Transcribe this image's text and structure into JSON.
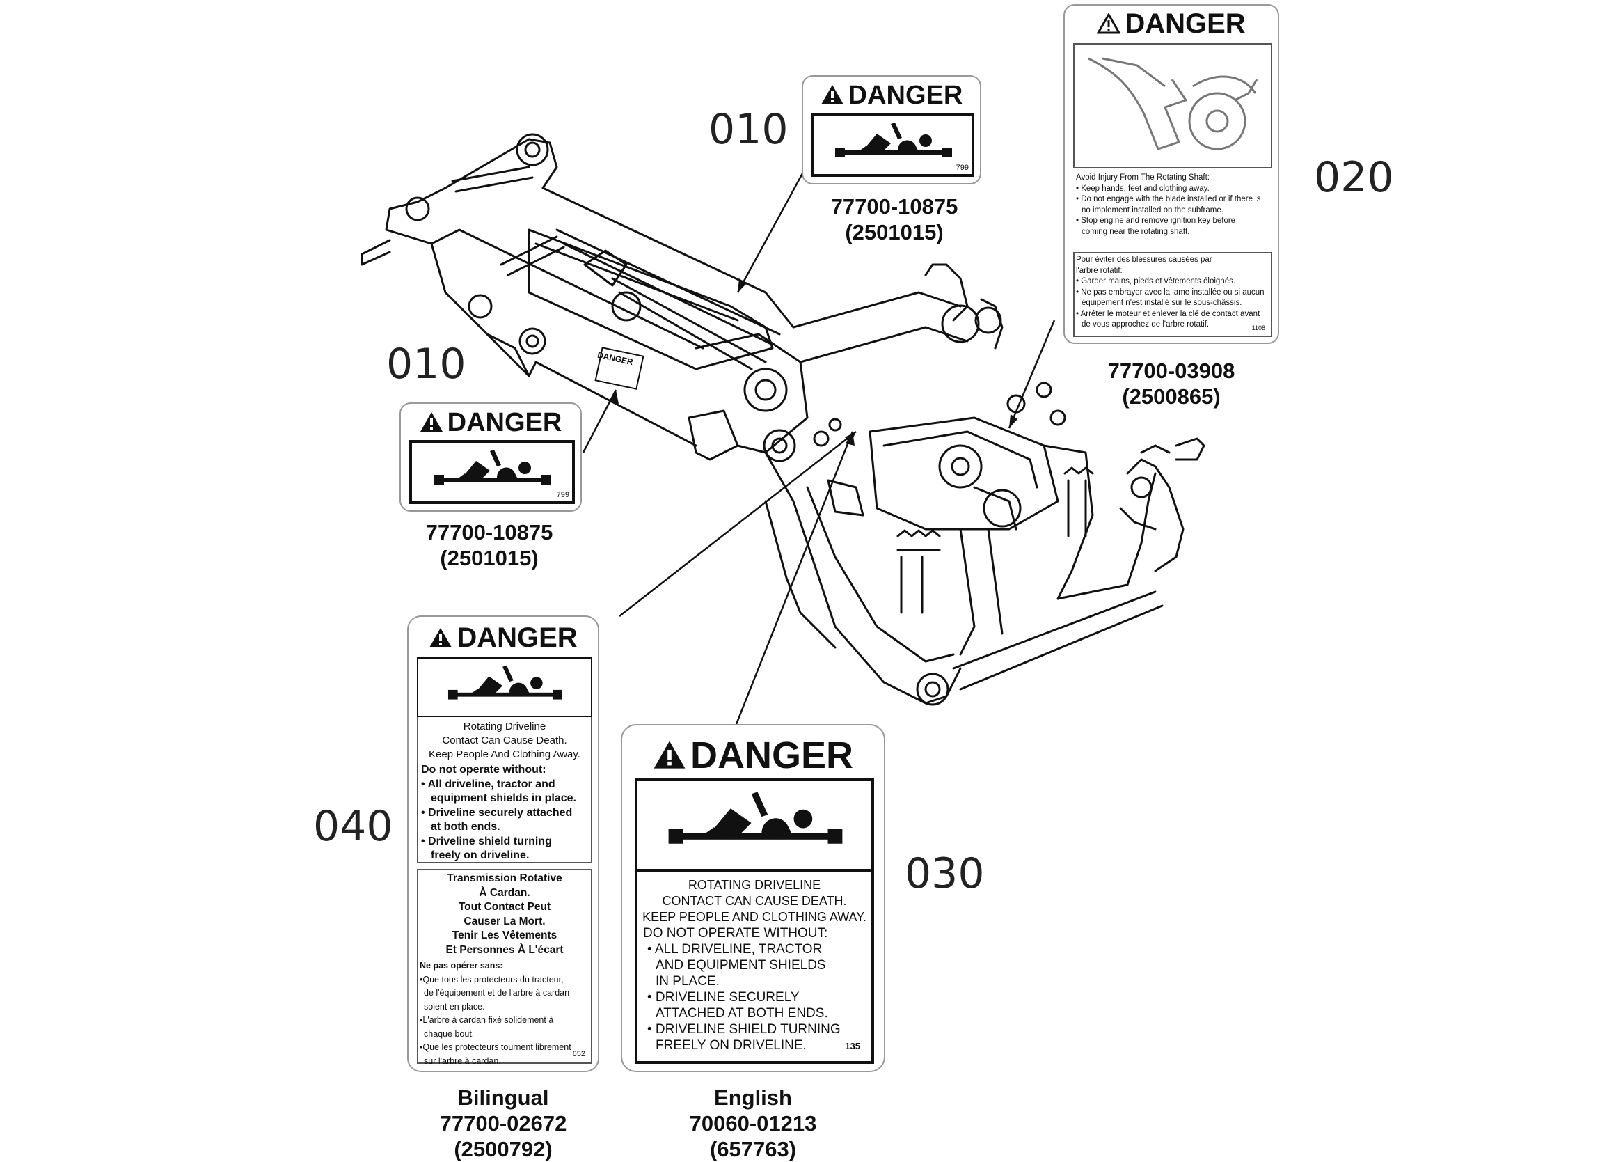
{
  "callouts": {
    "c010_top": "010",
    "c010_left": "010",
    "c020": "020",
    "c030": "030",
    "c040": "040"
  },
  "decal_top": {
    "heading": "DANGER",
    "code": "799",
    "part": "77700-10875",
    "alt": "(2501015)"
  },
  "decal_left": {
    "heading": "DANGER",
    "code": "799",
    "part": "77700-10875",
    "alt": "(2501015)"
  },
  "decal_020": {
    "heading": "DANGER",
    "en_title": "Avoid Injury From The Rotating Shaft:",
    "en_lines": [
      "• Keep hands, feet and clothing away.",
      "• Do not engage with the blade installed or if there is",
      "  no implement installed on the subframe.",
      "• Stop engine and remove ignition key before",
      "  coming near the rotating shaft."
    ],
    "fr_title": "Pour éviter des blessures causées par",
    "fr_title2": "l'arbre rotatif:",
    "fr_lines": [
      "• Garder mains, pieds et vêtements éloignés.",
      "• Ne pas embrayer avec la lame installée ou si aucun",
      "  équipement n'est installé sur le sous-châssis.",
      "• Arrêter le moteur et enlever la clé de contact avant",
      "  de vous approchez de l'arbre rotatif."
    ],
    "code": "1108",
    "part": "77700-03908",
    "alt": "(2500865)"
  },
  "decal_040": {
    "heading": "DANGER",
    "en_lines": [
      "Rotating Driveline",
      "Contact Can Cause Death.",
      "Keep People And Clothing Away."
    ],
    "en_intro": "Do not operate without:",
    "en_bullets": [
      "• All driveline, tractor and",
      "  equipment shields in place.",
      "• Driveline securely attached",
      "  at both ends.",
      "• Driveline shield turning",
      "  freely on driveline."
    ],
    "fr_lines": [
      "Transmission Rotative",
      "À Cardan.",
      "Tout Contact Peut",
      "Causer La Mort.",
      "Tenir Les Vêtements",
      "Et Personnes À L'écart"
    ],
    "fr_intro": "Ne pas opérer sans:",
    "fr_bullets": [
      "•Que tous les protecteurs du tracteur,",
      " de l'équipement et de l'arbre à cardan",
      " soient en place.",
      "•L'arbre à cardan fixé solidement à",
      " chaque bout.",
      "•Que les protecteurs tournent librement",
      " sur l'arbre à cardan."
    ],
    "code": "652",
    "label1": "Bilingual",
    "part": "77700-02672",
    "alt": "(2500792)"
  },
  "decal_030": {
    "heading": "DANGER",
    "lines": [
      "ROTATING DRIVELINE",
      "CONTACT CAN CAUSE DEATH.",
      "KEEP PEOPLE AND CLOTHING AWAY."
    ],
    "intro": "DO NOT OPERATE WITHOUT:",
    "bullets": [
      "• ALL DRIVELINE, TRACTOR",
      "  AND EQUIPMENT SHIELDS",
      "  IN PLACE.",
      "• DRIVELINE SECURELY",
      "  ATTACHED AT BOTH ENDS.",
      "• DRIVELINE SHIELD TURNING",
      "  FREELY ON DRIVELINE."
    ],
    "code": "135",
    "label1": "English",
    "part": "70060-01213",
    "alt": "(657763)"
  },
  "machine_decal": {
    "heading": "DANGER"
  }
}
